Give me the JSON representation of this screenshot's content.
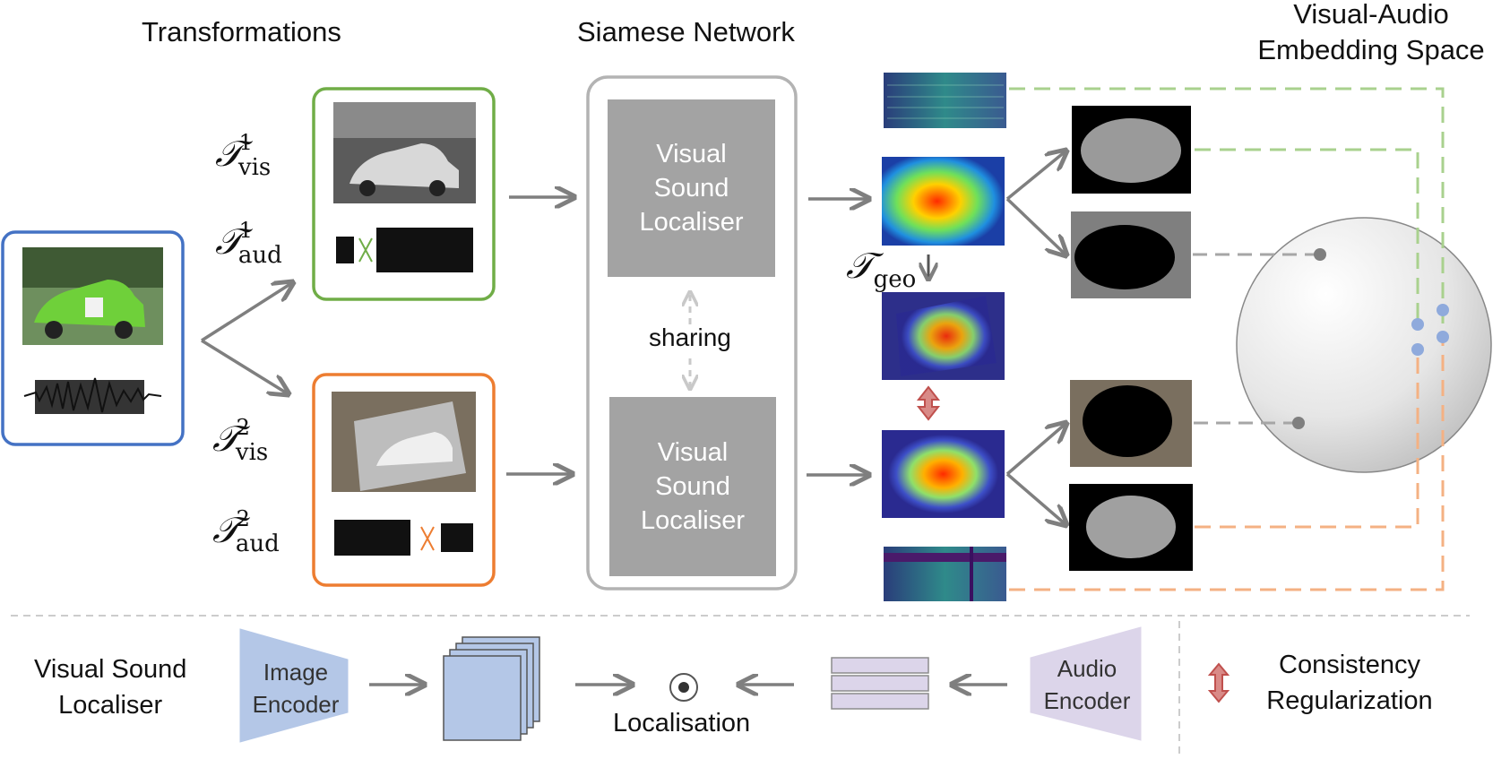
{
  "headings": {
    "transformations": "Transformations",
    "siamese": "Siamese Network",
    "embedding_line1": "Visual-Audio",
    "embedding_line2": "Embedding Space"
  },
  "math": {
    "t_vis1_base": "𝒯",
    "t_vis1_sup": "1",
    "t_vis1_sub": "vis",
    "t_aud1_base": "𝒯",
    "t_aud1_sup": "1",
    "t_aud1_sub": "aud",
    "t_vis2_base": "𝒯",
    "t_vis2_sup": "2",
    "t_vis2_sub": "vis",
    "t_aud2_base": "𝒯",
    "t_aud2_sup": "2",
    "t_aud2_sub": "aud",
    "t_geo_base": "𝒯",
    "t_geo_sub": "geo"
  },
  "siamese": {
    "box_top_line1": "Visual",
    "box_top_line2": "Sound",
    "box_top_line3": "Localiser",
    "box_bottom_line1": "Visual",
    "box_bottom_line2": "Sound",
    "box_bottom_line3": "Localiser",
    "sharing": "sharing"
  },
  "legend": {
    "vsl_line1": "Visual Sound",
    "vsl_line2": "Localiser",
    "image_encoder_line1": "Image",
    "image_encoder_line2": "Encoder",
    "localisation": "Localisation",
    "audio_encoder_line1": "Audio",
    "audio_encoder_line2": "Encoder",
    "consistency_line1": "Consistency",
    "consistency_line2": "Regularization"
  },
  "colors": {
    "input_border": "#4472c4",
    "view1_border": "#70ad47",
    "view2_border": "#ed7d31",
    "arrow_grey": "#7f7f7f",
    "green_dash": "#a9d18e",
    "orange_dash": "#f4b183",
    "point_blue": "#8faadc",
    "image_encoder_fill": "#b4c7e7",
    "audio_encoder_fill": "#dcd5ea",
    "consistency_red": "#c0504d"
  }
}
